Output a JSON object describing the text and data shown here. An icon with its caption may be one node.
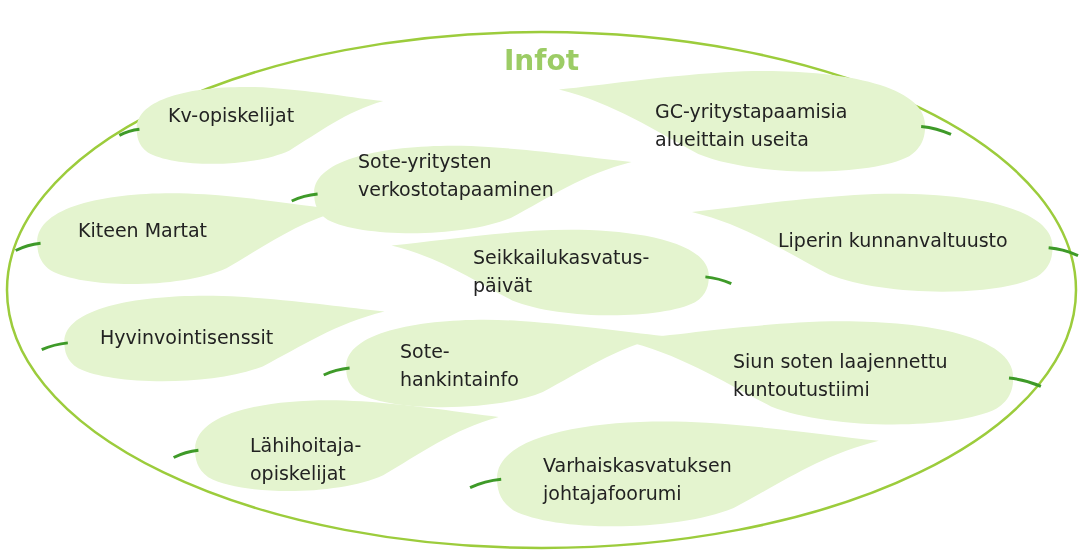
{
  "diagram": {
    "nodes": [
      {
        "text": [
          "Infot"
        ]
      },
      {
        "text": [
          "Kv-opiskelijat"
        ],
        "in": 0
      },
      {
        "text": [
          "GC-yritystapaamisia alueittain useita"
        ],
        "in": 0
      },
      {
        "text": [
          "Sote-yritysten verkostotapaaminen"
        ],
        "in": 0
      },
      {
        "text": [
          "Kiteen Martat"
        ],
        "in": 0
      },
      {
        "text": [
          "Liperin kunnanvaltuusto"
        ],
        "in": 0
      },
      {
        "text": [
          "Seikkailukasvatus-päivät"
        ],
        "in": 0
      },
      {
        "text": [
          "Hyvinvointisenssit"
        ],
        "in": 0
      },
      {
        "text": [
          "Sote-hankintainfo"
        ],
        "in": 0
      },
      {
        "text": [
          "Siun soten laajennettu kuntoutustiimi"
        ],
        "in": 0
      },
      {
        "text": [
          "Lähihoitaja-opiskelijat"
        ],
        "in": 0
      },
      {
        "text": [
          "Varhaiskasvatuksen johtajafoorumi"
        ],
        "in": 0
      }
    ],
    "edges": []
  }
}
